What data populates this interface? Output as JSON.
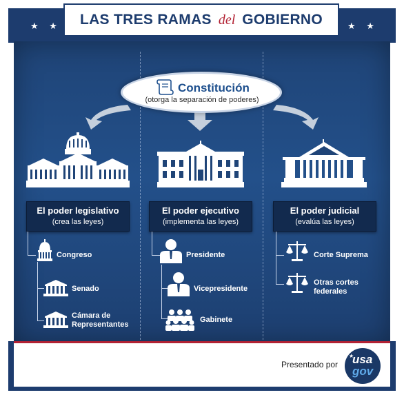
{
  "header": {
    "title_part1": "LAS TRES RAMAS",
    "title_connector": "del",
    "title_part2": "GOBIERNO",
    "stars_left": "★ ★",
    "stars_right": "★ ★"
  },
  "constitution": {
    "title": "Constitución",
    "subtitle": "(otorga la separación de poderes)",
    "icon": "scroll-icon"
  },
  "branches": [
    {
      "name": "El poder legislativo",
      "role": "(crea las leyes)",
      "building_icon": "capitol-building-icon",
      "items": [
        {
          "label": "Congreso",
          "icon": "capitol-dome-icon"
        },
        {
          "label": "Senado",
          "icon": "building-icon"
        },
        {
          "label": "Cámara de",
          "label2": "Representantes",
          "icon": "building-icon"
        }
      ]
    },
    {
      "name": "El poder ejecutivo",
      "role": "(implementa las leyes)",
      "building_icon": "white-house-icon",
      "items": [
        {
          "label": "Presidente",
          "icon": "person-icon"
        },
        {
          "label": "Vicepresidente",
          "icon": "person-icon"
        },
        {
          "label": "Gabinete",
          "icon": "group-icon"
        }
      ]
    },
    {
      "name": "El poder judicial",
      "role": "(evalúa las leyes)",
      "building_icon": "supreme-court-icon",
      "items": [
        {
          "label": "Corte Suprema",
          "icon": "scales-icon"
        },
        {
          "label": "Otras cortes",
          "label2": "federales",
          "icon": "scales-icon"
        }
      ]
    }
  ],
  "footer": {
    "presented_by": "Presentado por",
    "logo_top": "usa",
    "logo_bottom": "gov"
  },
  "colors": {
    "navy": "#1d3c6e",
    "panel": "#23508a",
    "accent_red": "#b22234",
    "light_blue": "#5fa9e8"
  }
}
